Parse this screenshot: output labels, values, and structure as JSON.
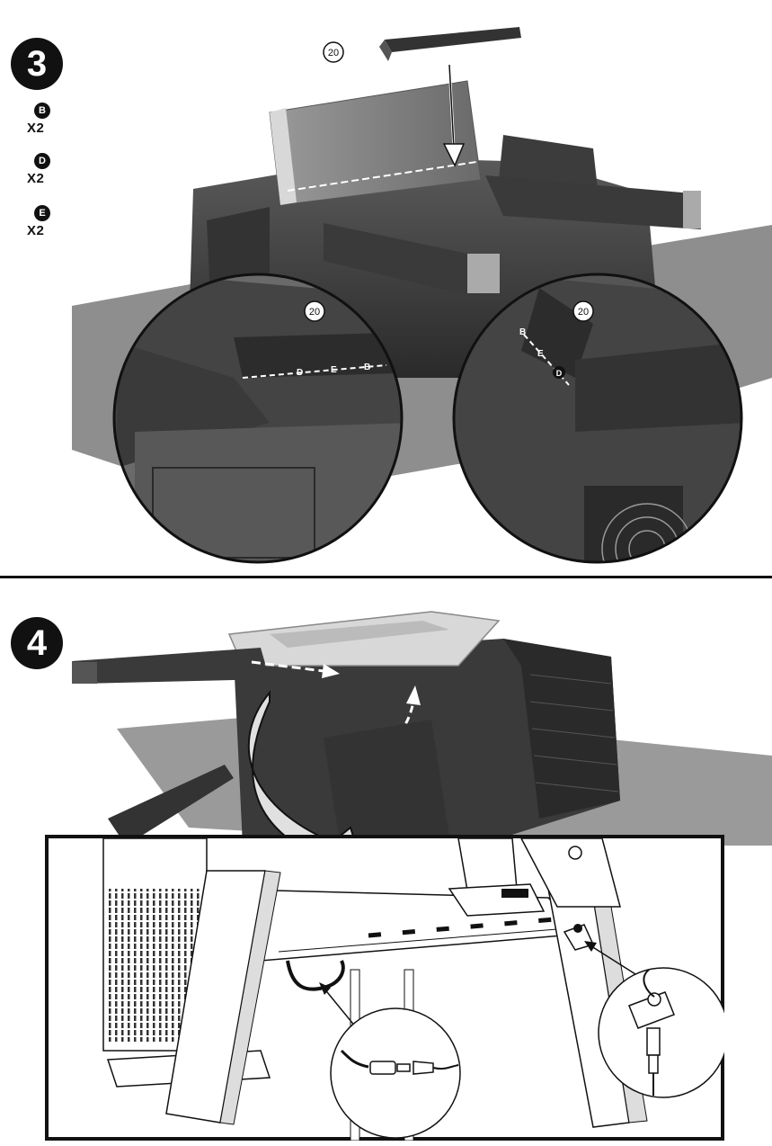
{
  "step3": {
    "number": "3",
    "parts": [
      {
        "letter": "B",
        "qty": "X2"
      },
      {
        "letter": "D",
        "qty": "X2"
      },
      {
        "letter": "E",
        "qty": "X2"
      }
    ],
    "part_callout": "20",
    "detail_left": {
      "callout": "20",
      "labels": [
        "D",
        "E",
        "B"
      ]
    },
    "detail_right": {
      "callout": "20",
      "labels": [
        "B",
        "E",
        "D"
      ]
    }
  },
  "step4": {
    "number": "4"
  }
}
